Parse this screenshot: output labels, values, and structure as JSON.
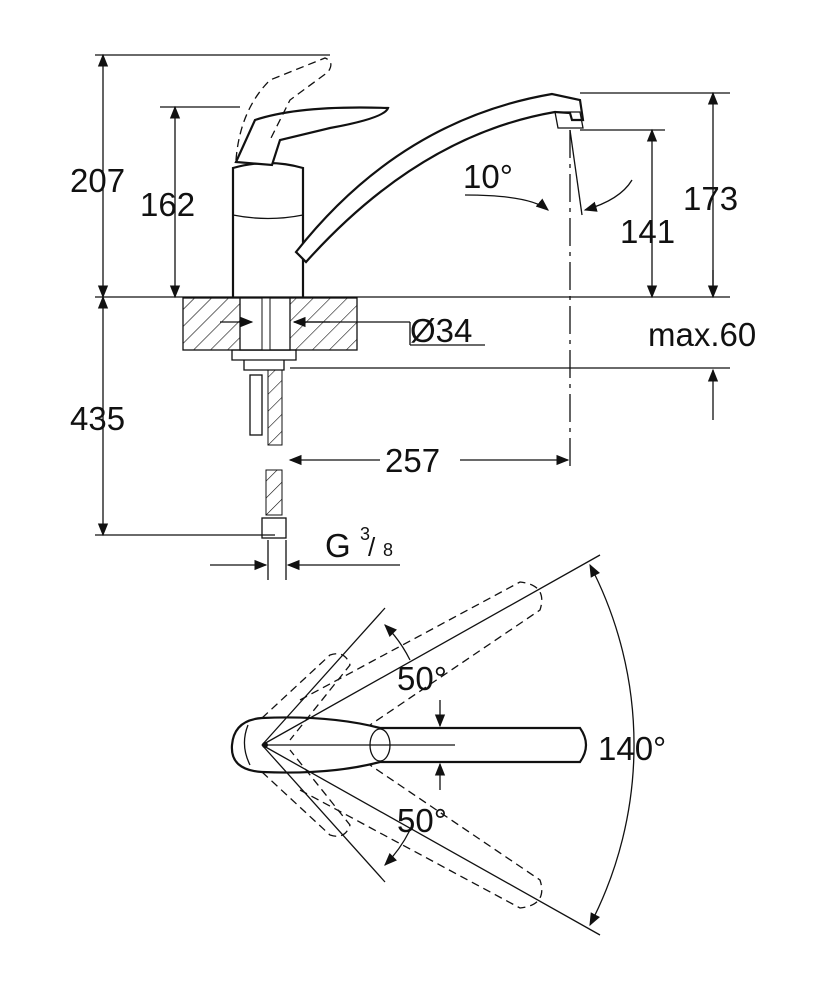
{
  "drawing": {
    "side_view": {
      "height_lever_raised": "207",
      "height_lever": "162",
      "spout_angle": "10°",
      "spout_outlet_height": "141",
      "spout_height": "173",
      "hole_diameter": "Ø34",
      "max_countertop": "max.60",
      "hose_length": "435",
      "spout_reach": "257",
      "thread_prefix": "G",
      "thread_num": "3",
      "thread_den": "8"
    },
    "top_view": {
      "swivel_range": "140°",
      "lever_angle_left": "50°",
      "lever_angle_right": "50°"
    }
  }
}
